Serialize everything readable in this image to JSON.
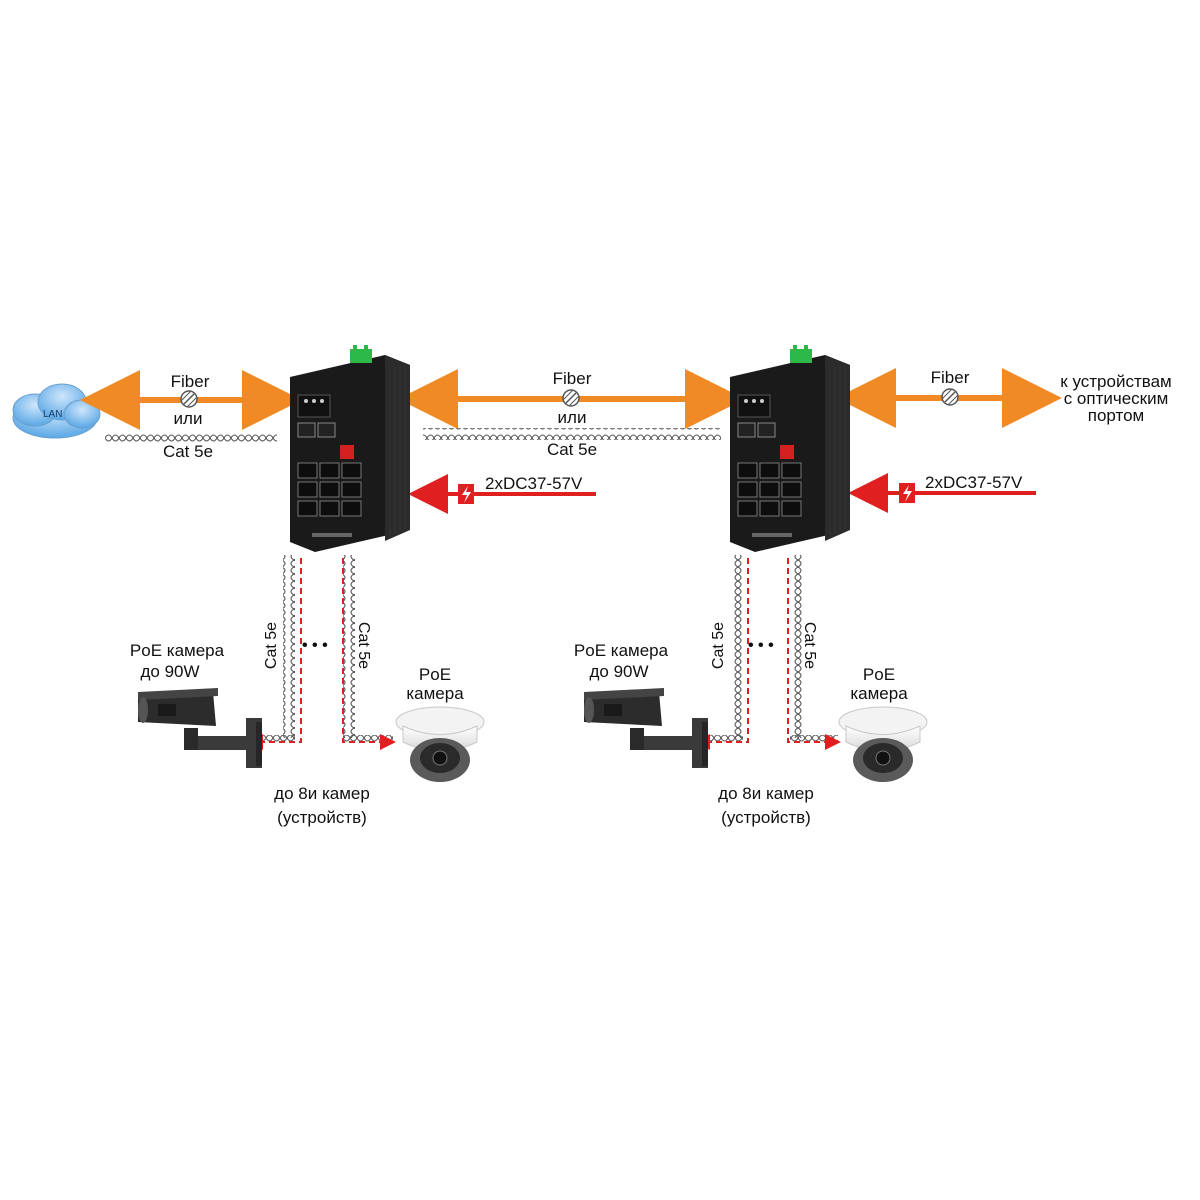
{
  "cloud": {
    "label": "LAN"
  },
  "link_left": {
    "fiber": "Fiber",
    "or": "или",
    "cat": "Cat 5e"
  },
  "link_mid": {
    "fiber": "Fiber",
    "or": "или",
    "cat": "Cat 5e"
  },
  "link_right": {
    "fiber": "Fiber",
    "target_line1": "к устройствам",
    "target_line2": "с оптическим",
    "target_line3": "портом"
  },
  "power_left": {
    "label": "2xDC37-57V"
  },
  "power_right": {
    "label": "2xDC37-57V"
  },
  "group_left": {
    "cable_left": "Cat 5e",
    "cable_right": "Cat 5e",
    "ellipsis": "• • •",
    "poe_cam_line1": "PoE камера",
    "poe_cam_line2": "до 90W",
    "dome_line1": "PoE",
    "dome_line2": "камера",
    "count_line1": "до 8и камер",
    "count_line2": "(устройств)"
  },
  "group_right": {
    "cable_left": "Cat 5e",
    "cable_right": "Cat 5e",
    "ellipsis": "• • •",
    "poe_cam_line1": "PoE камера",
    "poe_cam_line2": "до 90W",
    "dome_line1": "PoE",
    "dome_line2": "камера",
    "count_line1": "до 8и камер",
    "count_line2": "(устройств)"
  },
  "colors": {
    "fiber": "#f08a24",
    "power": "#e02020",
    "switch": "#1e1e1e",
    "cable": "#444444",
    "cloud": "#5aa7e6"
  },
  "icons": [
    "cloud-icon",
    "switch-icon",
    "fiber-connector-icon",
    "lightning-icon",
    "bullet-camera-icon",
    "dome-camera-icon"
  ]
}
